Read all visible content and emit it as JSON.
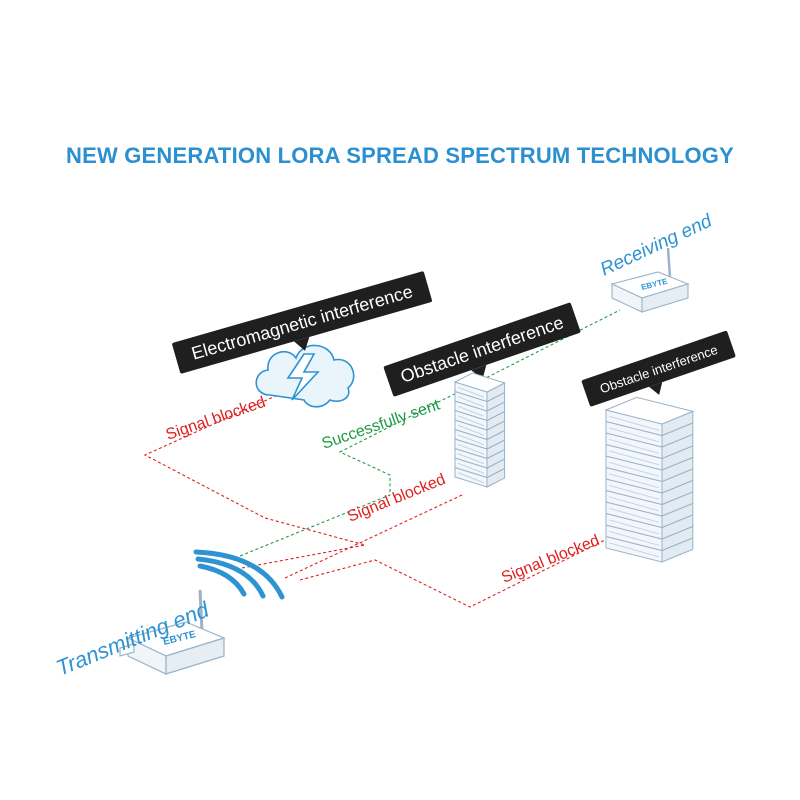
{
  "title": "NEW GENERATION LORA SPREAD SPECTRUM TECHNOLOGY",
  "colors": {
    "title": "#2b8fd0",
    "accent_blue": "#2e93d3",
    "blocked_red": "#e02020",
    "success_green": "#1e9a46",
    "callout_fill": "#1f1f1f",
    "callout_text": "#ffffff",
    "device_stroke": "#9ab3c8"
  },
  "labels": {
    "transmitting_end": "Transmitting end",
    "receiving_end": "Receiving end",
    "callout_em": "Electromagnetic interference",
    "callout_obstacle_1": "Obstacle interference",
    "callout_obstacle_2": "Obstacle interference",
    "signal_blocked_em": "Signal blocked",
    "signal_blocked_obstacle_1": "Signal blocked",
    "signal_blocked_obstacle_2": "Signal blocked",
    "successfully_sent": "Successfully sent",
    "device_brand": "EBYTE"
  },
  "icons": {
    "cloud": "lightning-cloud-icon",
    "wifi_waves": "wifi-waves-icon",
    "server_stack": "server-stack-icon",
    "device": "lora-modem-icon"
  }
}
